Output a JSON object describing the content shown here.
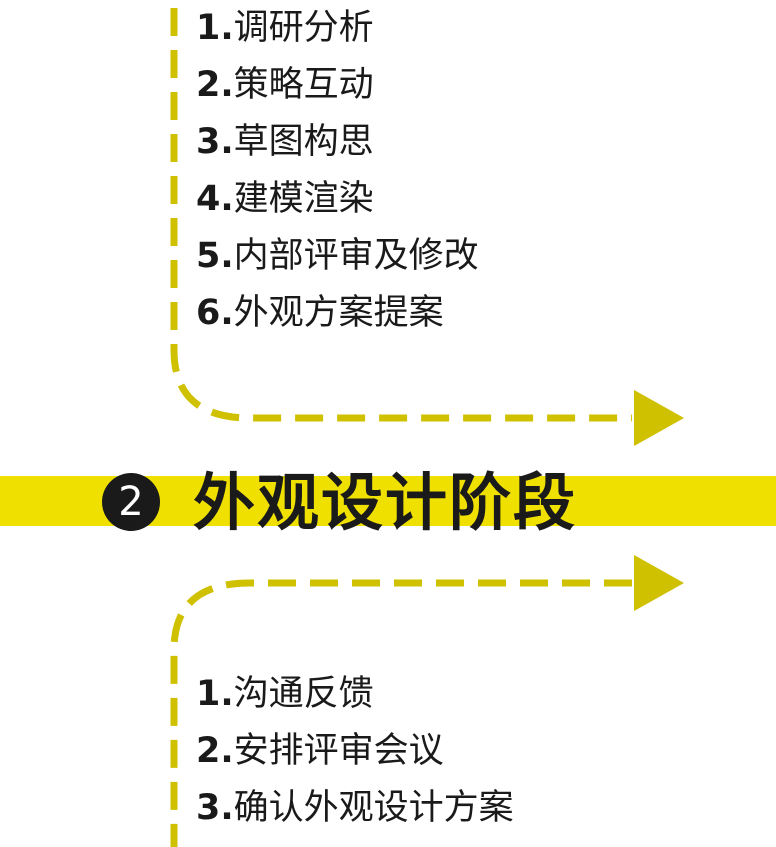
{
  "colors": {
    "accent_band": "#f0e000",
    "dash_line": "#cfc000",
    "text": "#1a1a1a",
    "badge_bg": "#1a1a1a",
    "badge_fg": "#ffffff"
  },
  "top_steps": [
    {
      "num": "1.",
      "text": "调研分析"
    },
    {
      "num": "2.",
      "text": "策略互动"
    },
    {
      "num": "3.",
      "text": "草图构思"
    },
    {
      "num": "4.",
      "text": "建模渲染"
    },
    {
      "num": "5.",
      "text": "内部评审及修改"
    },
    {
      "num": "6.",
      "text": "外观方案提案"
    }
  ],
  "stage": {
    "number": "2",
    "title": "外观设计阶段"
  },
  "bottom_steps": [
    {
      "num": "1.",
      "text": "沟通反馈"
    },
    {
      "num": "2.",
      "text": "安排评审会议"
    },
    {
      "num": "3.",
      "text": "确认外观设计方案"
    }
  ]
}
